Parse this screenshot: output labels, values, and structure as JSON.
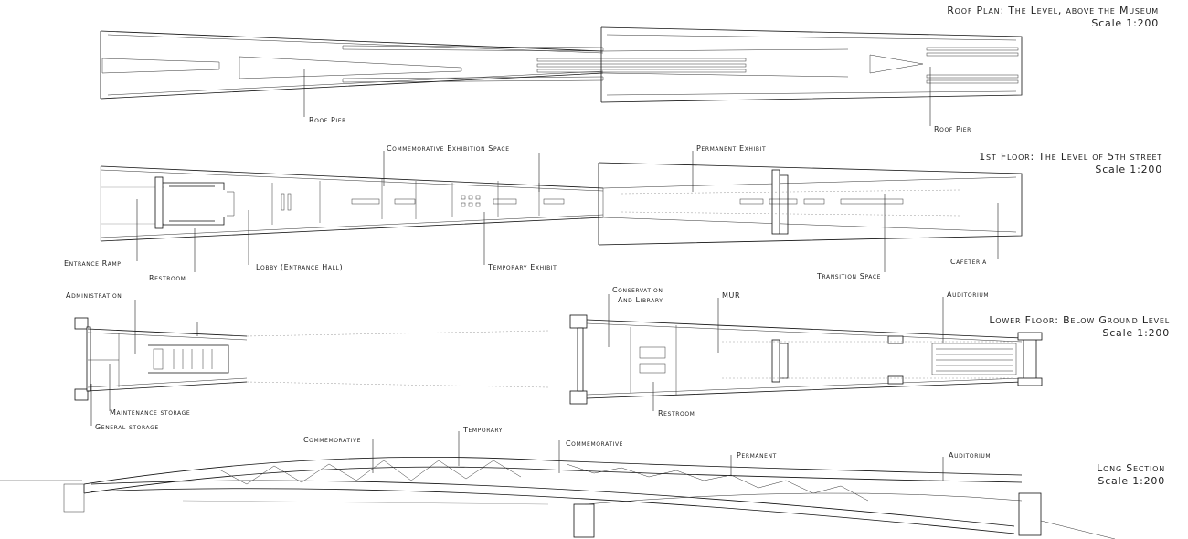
{
  "roof_plan": {
    "title": "Roof Plan: The Level, above the Museum",
    "scale": "Scale 1:200",
    "labels": {
      "pier_left": "Roof Pier",
      "pier_right": "Roof Pier"
    }
  },
  "first_floor": {
    "title": "1st Floor: The Level of 5th street",
    "scale": "Scale 1:200",
    "labels": {
      "commemorative": "Commemorative Exhibition Space",
      "permanent": "Permanent Exhibit",
      "entrance_ramp": "Entrance Ramp",
      "restroom": "Restroom",
      "lobby": "Lobby (Entrance Hall)",
      "temporary": "Temporary Exhibit",
      "transition": "Transition Space",
      "cafeteria": "Cafeteria"
    }
  },
  "lower_floor": {
    "title": "Lower Floor: Below Ground Level",
    "scale": "Scale 1:200",
    "labels": {
      "administration": "Administration",
      "conservation_1": "Conservation",
      "conservation_2": "And Library",
      "mur": "MUR",
      "auditorium": "Auditorium",
      "maintenance": "Maintenance storage",
      "general": "General storage",
      "restroom": "Restroom"
    }
  },
  "long_section": {
    "title": "Long Section",
    "scale": "Scale 1:200",
    "labels": {
      "commemorative_left": "Commemorative",
      "temporary": "Temporary",
      "commemorative_right": "Commemorative",
      "permanent": "Permanent",
      "auditorium": "Auditorium"
    }
  }
}
